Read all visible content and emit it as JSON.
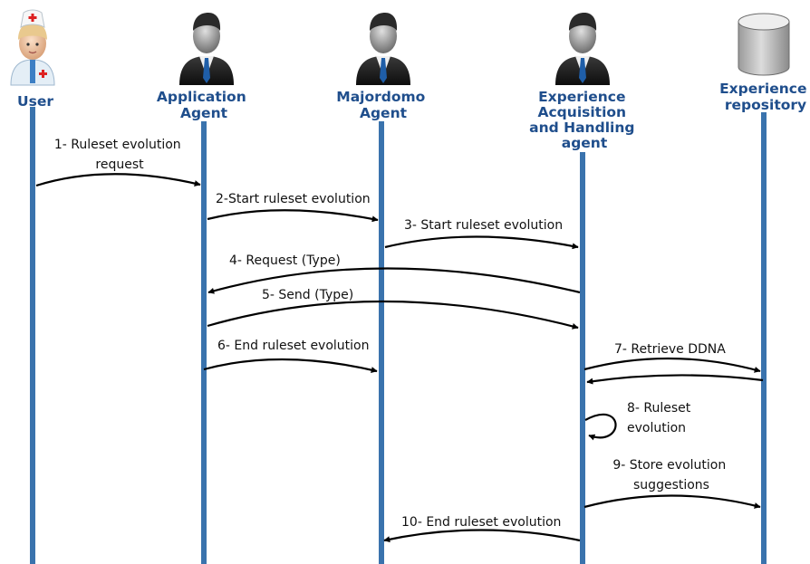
{
  "colors": {
    "lifeline": "#3a73ad",
    "actor_label": "#1f4e8c",
    "arrow": "#000000",
    "background": "#ffffff"
  },
  "actors": [
    {
      "id": "user",
      "lines": [
        "User"
      ],
      "icon": "nurse-user-icon"
    },
    {
      "id": "application",
      "lines": [
        "Application",
        "Agent"
      ],
      "icon": "businessman-agent-icon"
    },
    {
      "id": "majordomo",
      "lines": [
        "Majordomo",
        "Agent"
      ],
      "icon": "businessman-agent-icon"
    },
    {
      "id": "experience",
      "lines": [
        "Experience",
        "Acquisition",
        "and Handling",
        "agent"
      ],
      "icon": "businessman-agent-icon"
    },
    {
      "id": "repository",
      "lines": [
        "Experience",
        "repository"
      ],
      "icon": "database-cylinder-icon"
    }
  ],
  "messages": [
    {
      "n": 1,
      "lines": [
        "1- Ruleset evolution",
        "request"
      ]
    },
    {
      "n": 2,
      "lines": [
        "2-Start ruleset evolution"
      ]
    },
    {
      "n": 3,
      "lines": [
        "3- Start ruleset evolution"
      ]
    },
    {
      "n": 4,
      "lines": [
        "4- Request (Type)"
      ]
    },
    {
      "n": 5,
      "lines": [
        "5- Send (Type)"
      ]
    },
    {
      "n": 6,
      "lines": [
        "6- End ruleset evolution"
      ]
    },
    {
      "n": 7,
      "lines": [
        "7- Retrieve DDNA"
      ]
    },
    {
      "n": 8,
      "lines": [
        "8- Ruleset",
        "evolution"
      ]
    },
    {
      "n": 9,
      "lines": [
        "9- Store evolution",
        "suggestions"
      ]
    },
    {
      "n": 10,
      "lines": [
        "10- End ruleset evolution"
      ]
    }
  ]
}
